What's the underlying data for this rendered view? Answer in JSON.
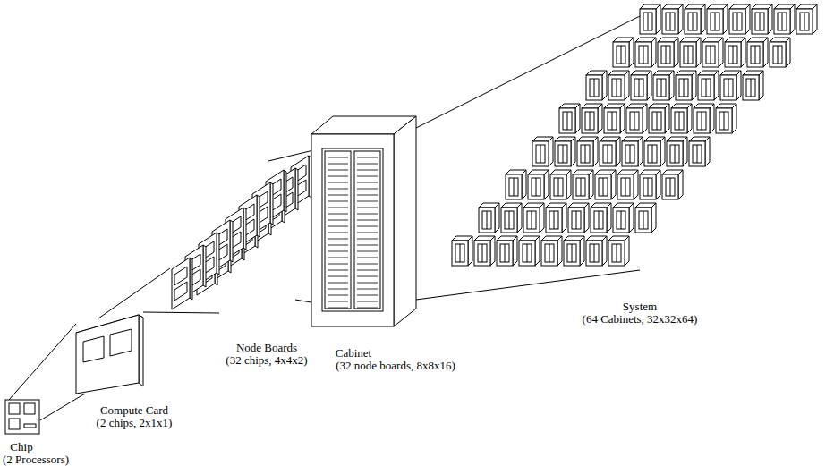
{
  "diagram": {
    "labels": [
      "Chip",
      "(2 Processors)",
      "Compute Card",
      "(2 chips, 2x1x1)",
      "Node Boards",
      "(32 chips, 4x4x2)",
      "Cabinet",
      "(32 node boards, 8x8x16)",
      "System",
      "(64 Cabinets, 32x32x64)"
    ]
  }
}
